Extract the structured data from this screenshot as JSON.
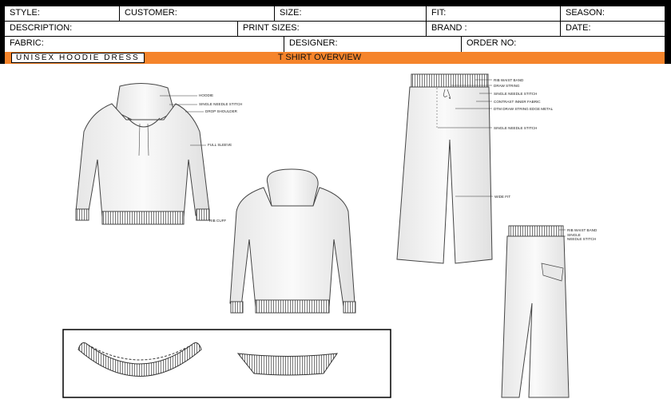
{
  "header": {
    "row1": {
      "style": "STYLE:",
      "customer": "CUSTOMER:",
      "size": "SIZE:",
      "fit": "FIT:",
      "season": "SEASON:"
    },
    "row2": {
      "description": "DESCRIPTION:",
      "print_sizes": "PRINT SIZES:",
      "brand": "BRAND :",
      "date": "DATE:"
    },
    "row3": {
      "fabric": "FABRIC:",
      "designer": "DESIGNER:",
      "order_no": "ORDER NO:"
    },
    "tag_label": "UNISEX HOODIE DRESS",
    "overview_label": "T SHIRT OVERVIEW",
    "accent_color": "#f5842b"
  },
  "hoodie_callouts": [
    "HOODIE",
    "SINGLE NEEDLE STITCH",
    "DROP SHOULDER",
    "FULL SLEEVE",
    "RIB CUFF"
  ],
  "pants_front_callouts": [
    "RIB WAIST BAND",
    "DRAW STRING",
    "SINGLE NEEDLE STITCH",
    "CONTRAST INNER FABRIC",
    "DTM DRAW STRING EDGE METAL",
    "SINGLE NEEDLE STITCH",
    "WIDE FIT"
  ],
  "pants_side_callouts": [
    "RIB WAIST BAND",
    "SINGLE",
    "NEEDLE STITCH"
  ]
}
